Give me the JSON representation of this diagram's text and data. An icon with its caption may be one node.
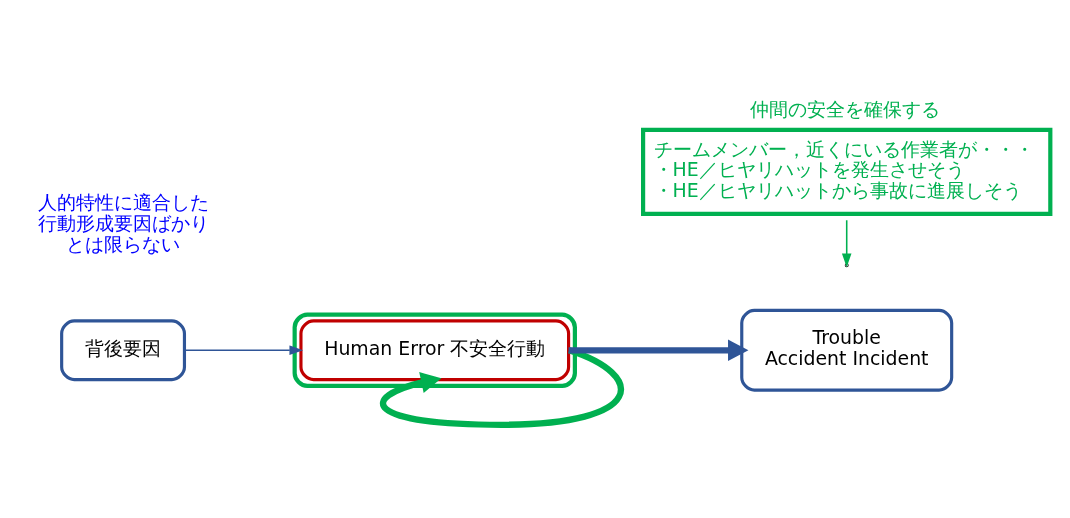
{
  "diagram": {
    "nodes": [
      {
        "text": [
          "背後要因"
        ]
      },
      {
        "text": [],
        "shape": "box"
      },
      {
        "text": [
          "Human Error 不安全行動"
        ],
        "in": 1
      },
      {
        "text": [
          "Trouble",
          "Accident Incident"
        ]
      },
      {
        "text": [
          "仲間の安全を確保する",
          "チームメンバー，近くにいる作業者が・・・",
          "・HE／ヒヤリハットを発生させそう",
          "・HE／ヒヤリハットから事故に進展しそう"
        ]
      }
    ],
    "edges": [
      {
        "from": 0,
        "to": 2,
        "arrow": "to"
      },
      {
        "from": 2,
        "to": 3,
        "arrow": "to",
        "style": "thick"
      },
      {
        "from": 4,
        "to": null,
        "arrow": "to",
        "color": "#00b050"
      },
      {
        "from": 2,
        "to": 2,
        "arrow": "to",
        "style": "thick",
        "color": "#00b050"
      }
    ],
    "labels": [
      "人的特性に適合した行動形成要因ばかりとは限らない"
    ]
  }
}
